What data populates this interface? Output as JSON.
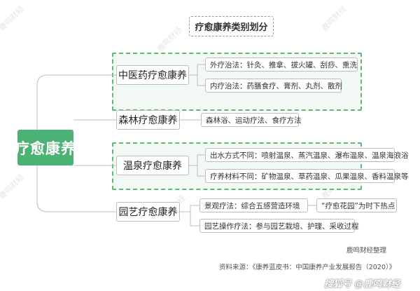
{
  "title": "疗愈康养类别划分",
  "root": "疗愈康养",
  "categories": [
    {
      "label": "中医药疗愈康养",
      "items": [
        "外疗治法：针灸、推拿、拔火罐、刮痧、熏洗",
        "内疗治法：药膳食疗、膏剂、丸剂、散剂"
      ]
    },
    {
      "label": "森林疗愈康养",
      "items": [
        "森林浴、运动疗法、食疗方法"
      ]
    },
    {
      "label": "温泉疗愈康养",
      "items": [
        "出水方式不同：喷射温泉、蒸汽温泉、瀑布温泉、温泉海浪浴",
        "疗养材料不同：矿物温泉、草药温泉、瓜果温泉、香料温泉等"
      ]
    },
    {
      "label": "园艺疗愈康养",
      "items": [
        "景观疗法：综合五感营造环境",
        "园艺操作疗法：参与园艺栽培、护理、采收过程"
      ],
      "extra": "“疗愈花园”为时下热点"
    }
  ],
  "credit": "鹿鸣财经整理",
  "source": "资料来源：《康养蓝皮书：中国康养产业发展报告（2020）》",
  "watermark": "鹿鸣财经",
  "brand": "搜狐号 @鹿鸣财经",
  "colors": {
    "root_bg": "#4bb273",
    "group_border": "#59b978",
    "group_bg": "#f2f8f3",
    "line": "#bdbdbd"
  }
}
